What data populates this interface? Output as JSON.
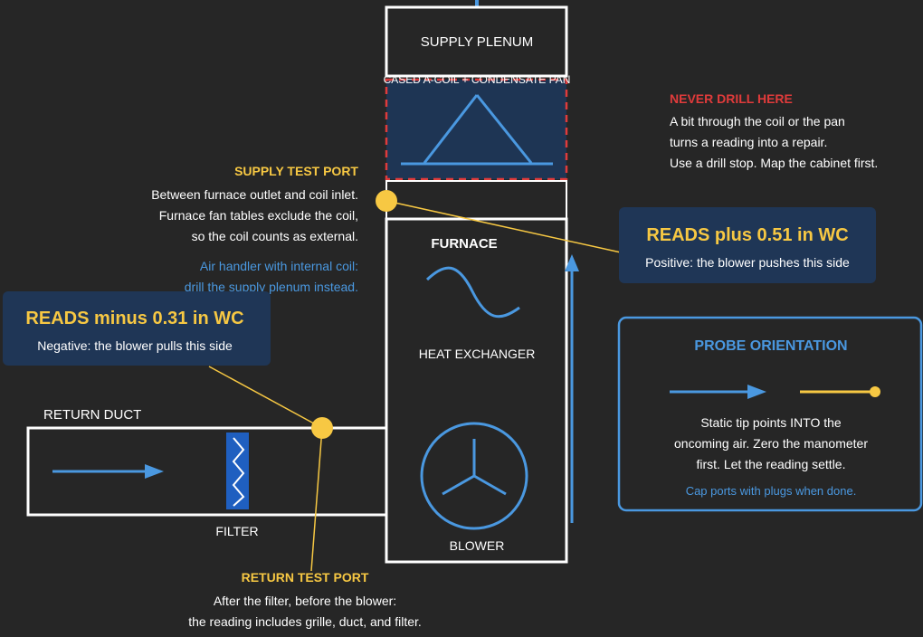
{
  "colors": {
    "background": "#262626",
    "white": "#ffffff",
    "blue": "#4a98e0",
    "yellow": "#f7c843",
    "red": "#e03b3b",
    "callout_bg": "#1f3656",
    "coil_fill": "#1e3554",
    "filter_fill": "#1f5fc0"
  },
  "labels": {
    "supply_plenum": "SUPPLY PLENUM",
    "coil": "CASED A-COIL + CONDENSATE PAN",
    "furnace": "FURNACE",
    "heat_exchanger": "HEAT EXCHANGER",
    "blower": "BLOWER",
    "return_duct": "RETURN DUCT",
    "filter": "FILTER"
  },
  "never_drill": {
    "title": "NEVER DRILL HERE",
    "lines": [
      "A bit through the coil or the pan",
      "turns a reading into a repair.",
      "Use a drill stop. Map the cabinet first."
    ]
  },
  "supply_port": {
    "title": "SUPPLY TEST PORT",
    "lines": [
      "Between furnace outlet and coil inlet.",
      "Furnace fan tables exclude the coil,",
      "so the coil counts as external."
    ],
    "note_lines": [
      "Air handler with internal coil:",
      "drill the supply plenum instead."
    ]
  },
  "supply_reading": {
    "title": "READS plus 0.51 in WC",
    "subtitle": "Positive: the blower pushes this side"
  },
  "return_reading": {
    "title": "READS minus 0.31 in WC",
    "subtitle": "Negative: the blower pulls this side"
  },
  "return_port": {
    "title": "RETURN TEST PORT",
    "lines": [
      "After the filter, before the blower:",
      "the reading includes grille, duct, and filter."
    ]
  },
  "probe": {
    "title": "PROBE ORIENTATION",
    "lines": [
      "Static tip points INTO the",
      "oncoming air. Zero the manometer",
      "first. Let the reading settle."
    ],
    "note": "Cap ports with plugs when done."
  }
}
